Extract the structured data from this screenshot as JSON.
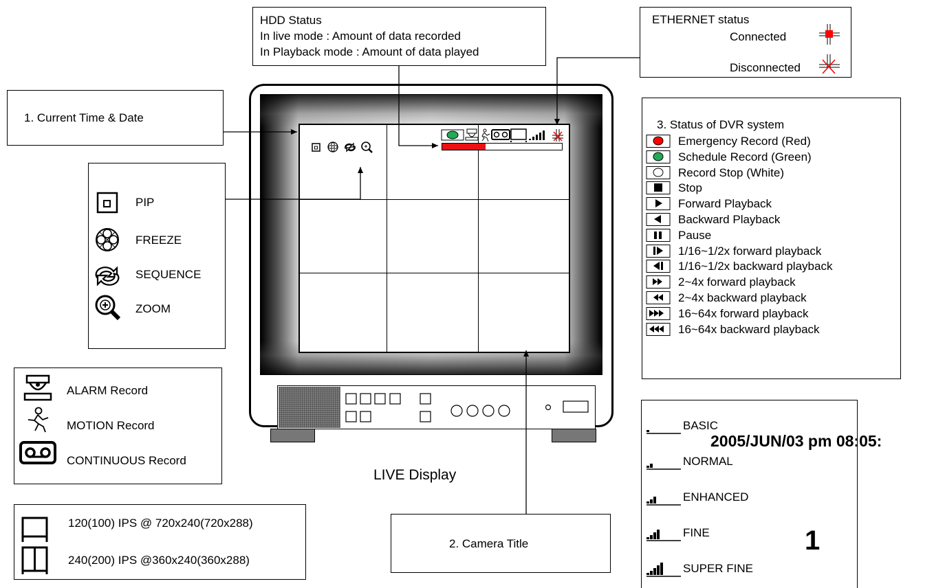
{
  "hdd_status": {
    "title": "HDD Status",
    "line_live": "In live mode : Amount of data recorded",
    "line_playback": "In Playback mode : Amount of data played"
  },
  "ethernet": {
    "title": "ETHERNET status",
    "connected": "Connected",
    "disconnected": "Disconnected",
    "connected_icon": "ethernet-connected-icon",
    "disconnected_icon": "ethernet-disconnected-icon"
  },
  "current_time_label": "1. Current Time & Date",
  "camera_title_label": "2. Camera Title",
  "live_display_label": "LIVE Display",
  "function_icons": [
    {
      "label": "PIP",
      "icon": "pip-icon"
    },
    {
      "label": "FREEZE",
      "icon": "freeze-icon"
    },
    {
      "label": "SEQUENCE",
      "icon": "sequence-icon"
    },
    {
      "label": "ZOOM",
      "icon": "zoom-icon"
    }
  ],
  "record_types": [
    {
      "label": "ALARM Record",
      "icon": "alarm-record-icon"
    },
    {
      "label": "MOTION Record",
      "icon": "motion-record-icon"
    },
    {
      "label": "CONTINUOUS Record",
      "icon": "continuous-record-icon"
    }
  ],
  "ips_modes": [
    {
      "label": "120(100) IPS @ 720x240(720x288)",
      "icon": "single-frame-icon"
    },
    {
      "label": "240(200) IPS @360x240(360x288)",
      "icon": "split-frame-icon"
    }
  ],
  "dvr_status": {
    "title": "3. Status of DVR system",
    "items": [
      {
        "label": "Emergency Record (Red)",
        "icon": "red-circle-icon",
        "color": "#ff0000"
      },
      {
        "label": "Schedule Record (Green)",
        "icon": "green-circle-icon",
        "color": "#22aa55"
      },
      {
        "label": "Record Stop (White)",
        "icon": "white-circle-icon",
        "color": "#ffffff"
      },
      {
        "label": "Stop",
        "icon": "stop-icon"
      },
      {
        "label": "Forward Playback",
        "icon": "forward-play-icon"
      },
      {
        "label": "Backward Playback",
        "icon": "backward-play-icon"
      },
      {
        "label": "Pause",
        "icon": "pause-icon"
      },
      {
        "label": "1/16~1/2x forward playback",
        "icon": "slow-forward-icon"
      },
      {
        "label": "1/16~1/2x backward playback",
        "icon": "slow-backward-icon"
      },
      {
        "label": "2~4x forward playback",
        "icon": "fast-forward-icon"
      },
      {
        "label": "2~4x backward playback",
        "icon": "fast-backward-icon"
      },
      {
        "label": "16~64x forward playback",
        "icon": "very-fast-forward-icon"
      },
      {
        "label": "16~64x backward playback",
        "icon": "very-fast-backward-icon"
      }
    ]
  },
  "quality": [
    {
      "label": "BASIC",
      "bars": 1
    },
    {
      "label": "NORMAL",
      "bars": 2
    },
    {
      "label": "ENHANCED",
      "bars": 3
    },
    {
      "label": "FINE",
      "bars": 4
    },
    {
      "label": "SUPER FINE",
      "bars": 5
    }
  ],
  "datetime": "2005/JUN/03 pm 08:05:",
  "camera_number": "1",
  "hdd_progress": 0.36,
  "colors": {
    "record_red": "#ff0000",
    "schedule_green": "#22aa55",
    "ethernet_red": "#ff0000"
  }
}
